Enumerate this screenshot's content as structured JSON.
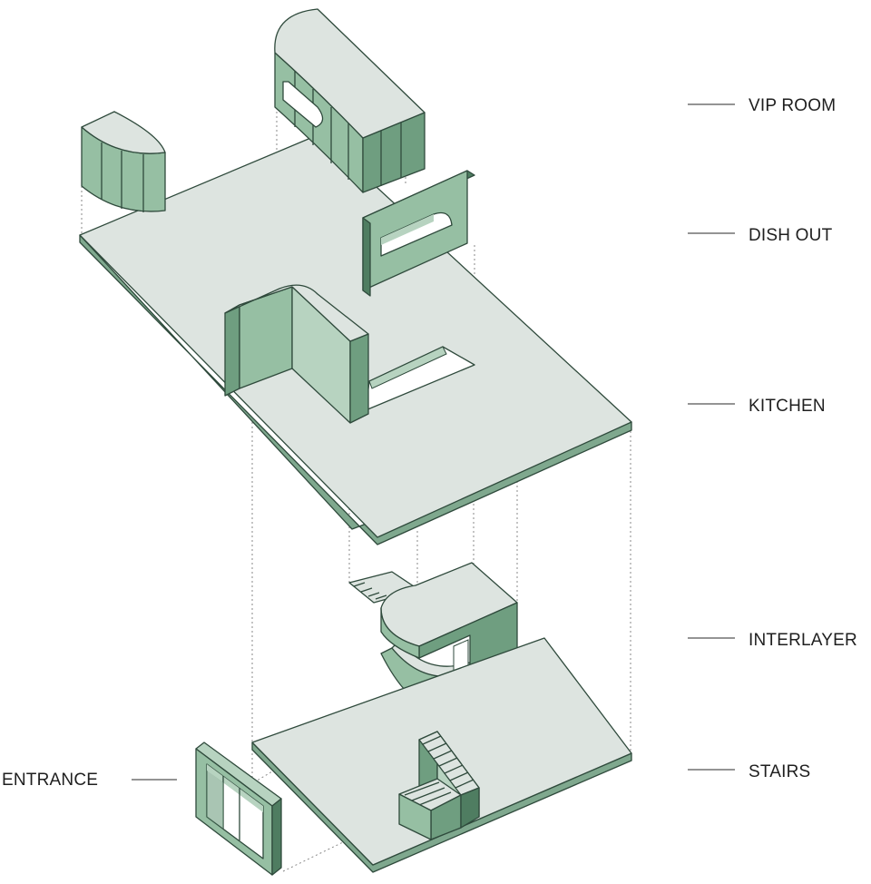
{
  "labels": {
    "vip_room": "VIP ROOM",
    "dish_out": "DISH OUT",
    "kitchen": "KITCHEN",
    "interlayer": "INTERLAYER",
    "stairs": "STAIRS",
    "entrance": "ENTRANCE"
  },
  "colors": {
    "slab_top": "#dde4e0",
    "slab_edge": "#7fa88e",
    "green_light": "#b7d3c0",
    "green_mid": "#96bfa3",
    "green_dark": "#6f9e80",
    "green_deep": "#4f7d61"
  }
}
